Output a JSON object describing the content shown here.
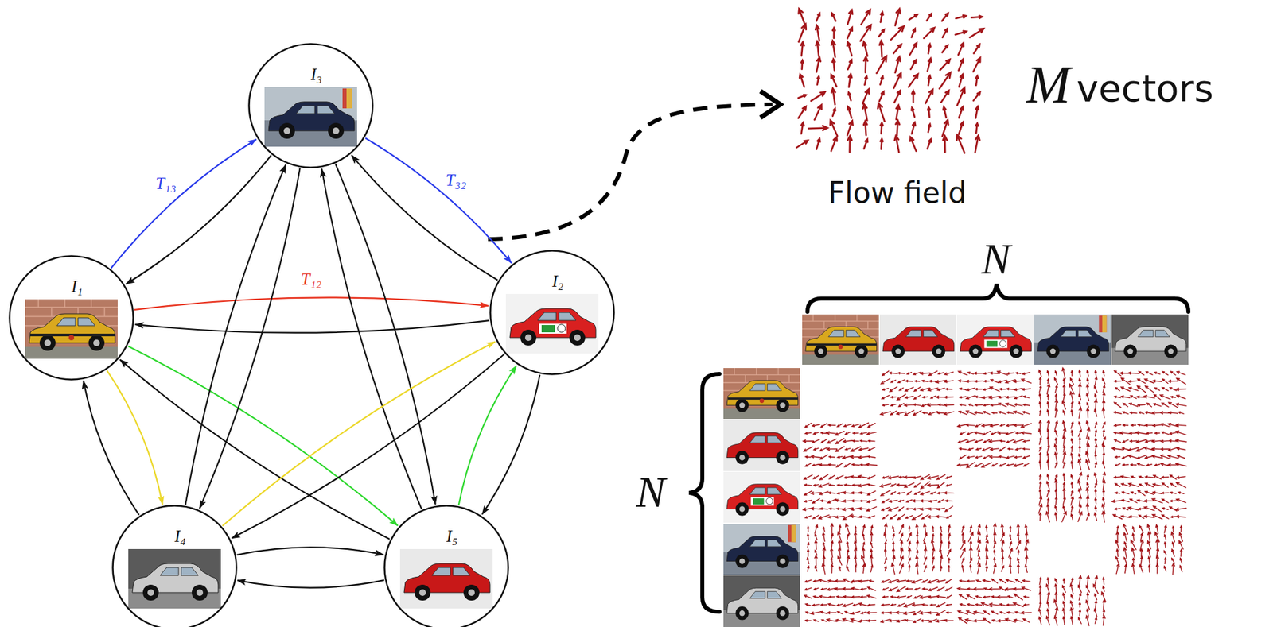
{
  "diagram": {
    "nodes": [
      {
        "text": [
          "I₃"
        ]
      },
      {
        "text": [
          "I₁"
        ]
      },
      {
        "text": [
          "I₂"
        ]
      },
      {
        "text": [
          "I₄"
        ]
      },
      {
        "text": [
          "I₅"
        ]
      }
    ],
    "edges": [
      {
        "from": 1,
        "to": 0,
        "arrow": "to",
        "label": "T₁₃"
      },
      {
        "from": 0,
        "to": 1,
        "arrow": "to"
      },
      {
        "from": 0,
        "to": 2,
        "arrow": "to",
        "label": "T₃₂"
      },
      {
        "from": 2,
        "to": 0,
        "arrow": "to"
      },
      {
        "from": 1,
        "to": 2,
        "arrow": "to",
        "label": "T₁₂"
      },
      {
        "from": 2,
        "to": 1,
        "arrow": "to"
      },
      {
        "from": 1,
        "to": 3,
        "arrow": "to"
      },
      {
        "from": 3,
        "to": 1,
        "arrow": "to"
      },
      {
        "from": 1,
        "to": 4,
        "arrow": "to"
      },
      {
        "from": 4,
        "to": 1,
        "arrow": "to"
      },
      {
        "from": 0,
        "to": 3,
        "arrow": "to"
      },
      {
        "from": 3,
        "to": 0,
        "arrow": "to"
      },
      {
        "from": 0,
        "to": 4,
        "arrow": "to"
      },
      {
        "from": 4,
        "to": 0,
        "arrow": "to"
      },
      {
        "from": 2,
        "to": 3,
        "arrow": "to"
      },
      {
        "from": 3,
        "to": 2,
        "arrow": "to"
      },
      {
        "from": 2,
        "to": 4,
        "arrow": "to"
      },
      {
        "from": 4,
        "to": 2,
        "arrow": "to"
      },
      {
        "from": 3,
        "to": 4,
        "arrow": "to"
      },
      {
        "from": 4,
        "to": 3,
        "arrow": "to"
      }
    ],
    "labels": [
      "Flow field",
      "M",
      "vectors",
      "N",
      "N"
    ]
  }
}
